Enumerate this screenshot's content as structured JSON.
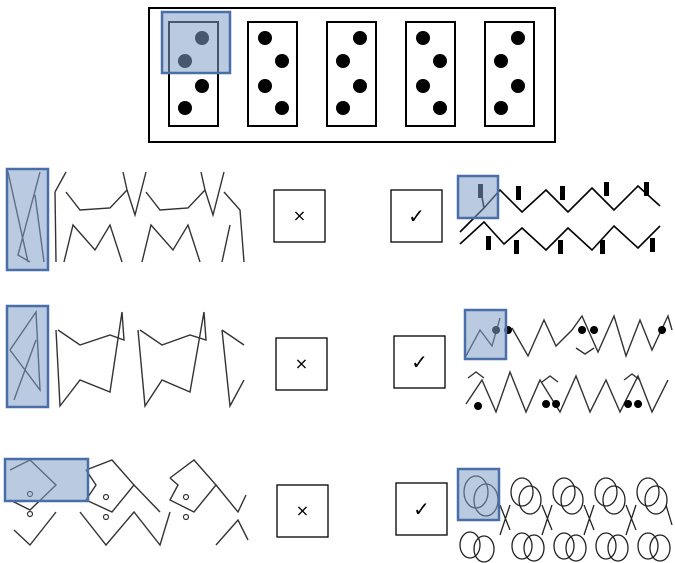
{
  "marks": {
    "cross": "×",
    "check": "✓"
  },
  "rows": [
    {
      "left_result": "cross",
      "right_result": "check"
    },
    {
      "left_result": "cross",
      "right_result": "check"
    },
    {
      "left_result": "cross",
      "right_result": "check"
    }
  ],
  "colors": {
    "highlight": "#7f9ec9",
    "highlight_border": "#4a6fa8",
    "line": "#333333"
  }
}
